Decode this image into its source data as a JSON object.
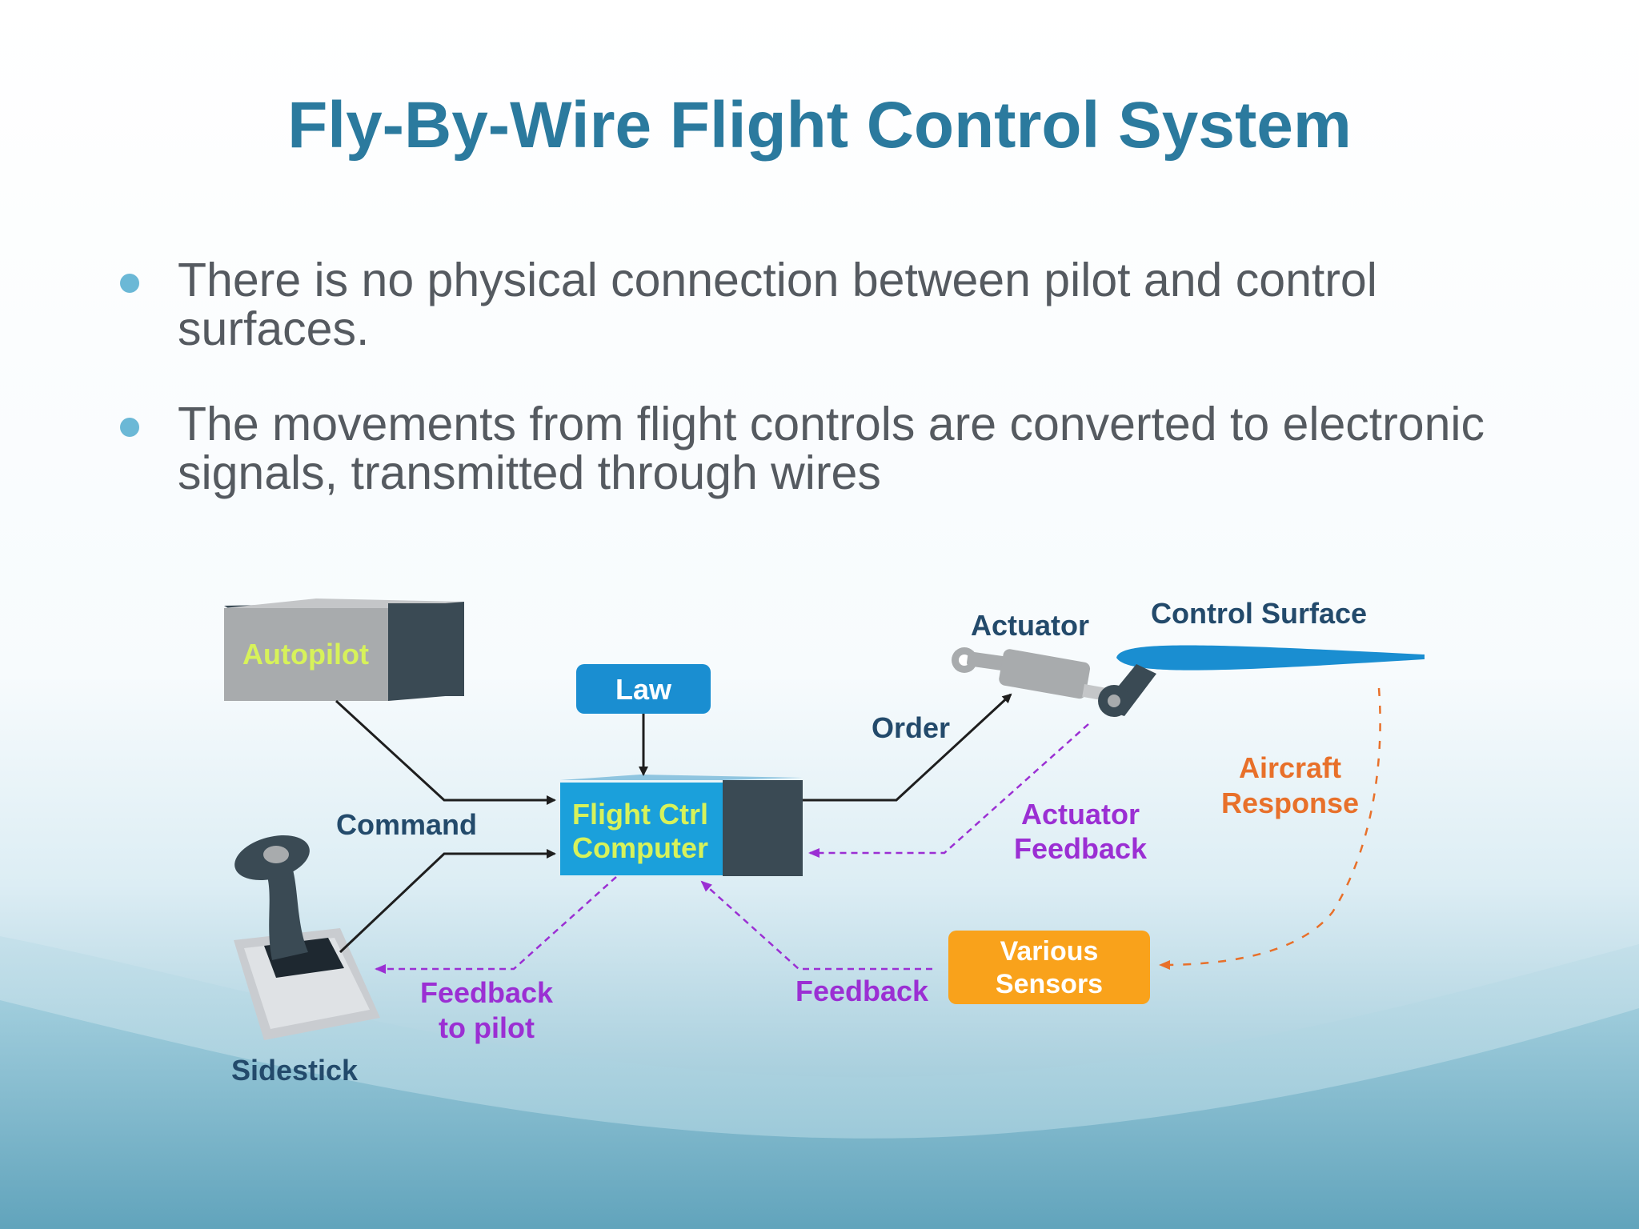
{
  "slide": {
    "title": "Fly-By-Wire Flight Control System",
    "bullets": [
      "There is no physical connection between pilot and control surfaces.",
      "The movements from flight controls are converted to electronic signals, transmitted through wires"
    ]
  },
  "diagram": {
    "nodes": {
      "autopilot": "Autopilot",
      "law": "Law",
      "fcc_line1": "Flight Ctrl",
      "fcc_line2": "Computer",
      "actuator": "Actuator",
      "control_surface": "Control Surface",
      "sensors_line1": "Various",
      "sensors_line2": "Sensors",
      "sidestick": "Sidestick"
    },
    "edge_labels": {
      "command": "Command",
      "order": "Order",
      "actuator_feedback_line1": "Actuator",
      "actuator_feedback_line2": "Feedback",
      "aircraft_response_line1": "Aircraft",
      "aircraft_response_line2": "Response",
      "feedback": "Feedback",
      "feedback_to_pilot_line1": "Feedback",
      "feedback_to_pilot_line2": "to pilot"
    }
  },
  "colors": {
    "title": "#2b7a9e",
    "body_text": "#555a60",
    "bullet": "#6bb8d6",
    "dark_label": "#234a6b",
    "feedback_purple": "#9b2fd3",
    "response_orange": "#e8702a",
    "law_blue": "#1a8ed1",
    "fcc_cyan": "#1ba0db",
    "fcc_text": "#d7f25a",
    "autopilot_gray": "#a8abad",
    "sensors_orange": "#f9a21b",
    "surface_blue": "#1a8ed1"
  }
}
